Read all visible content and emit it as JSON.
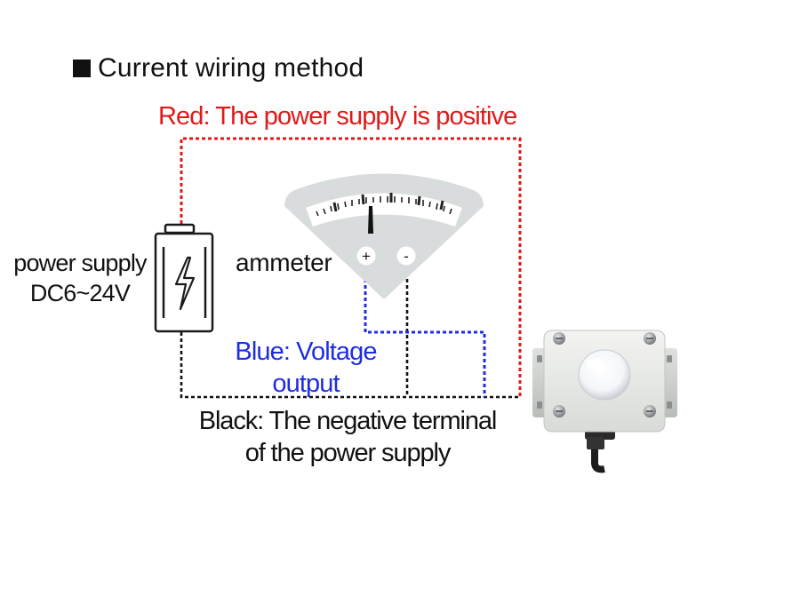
{
  "title": "Current wiring method",
  "labels": {
    "red_wire": "Red: The power supply is positive",
    "power_supply_line1": "power supply",
    "power_supply_line2": "DC6~24V",
    "ammeter": "ammeter",
    "ammeter_plus": "+",
    "ammeter_minus": "-",
    "blue_wire_line1": "Blue: Voltage",
    "blue_wire_line2": "output",
    "black_wire_line1": "Black: The negative terminal",
    "black_wire_line2": "of the power supply"
  },
  "colors": {
    "red_wire": "#e01a1a",
    "blue_wire": "#1f2de0",
    "black_wire": "#111111",
    "meter_body": "#d9dcdc",
    "sensor_body": "#e9ebe8"
  },
  "icons": {
    "battery": "battery-icon",
    "lightning": "lightning-bolt-icon",
    "ammeter": "ammeter-icon",
    "sensor": "light-sensor-device"
  }
}
